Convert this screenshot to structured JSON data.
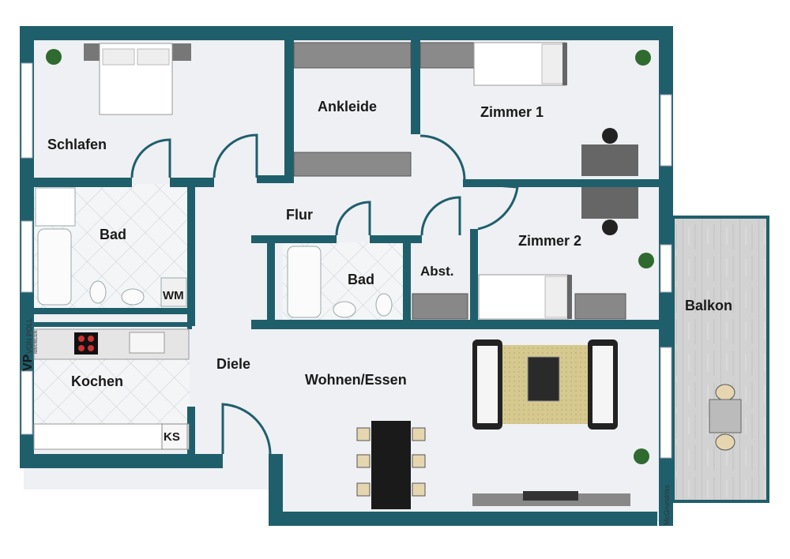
{
  "rooms": {
    "schlafen": "Schlafen",
    "ankleide": "Ankleide",
    "zimmer1": "Zimmer 1",
    "zimmer2": "Zimmer 2",
    "flur": "Flur",
    "bad1": "Bad",
    "bad2": "Bad",
    "abst": "Abst.",
    "kochen": "Kochen",
    "diele": "Diele",
    "wohnen": "Wohnen/Essen",
    "balkon": "Balkon"
  },
  "appliances": {
    "wm": "WM",
    "ks": "KS"
  },
  "branding": {
    "logo_monogram": "VP",
    "logo_text": "VON POLL",
    "logo_sub": "IMMOBILIEN",
    "credit": "McGrundriss"
  },
  "colors": {
    "wall": "#1f5f6b",
    "floor": "#eef0f4",
    "tile": "#d6dbe2",
    "balcony_wood": "#c9c9c9",
    "rug": "#d4c58d"
  }
}
